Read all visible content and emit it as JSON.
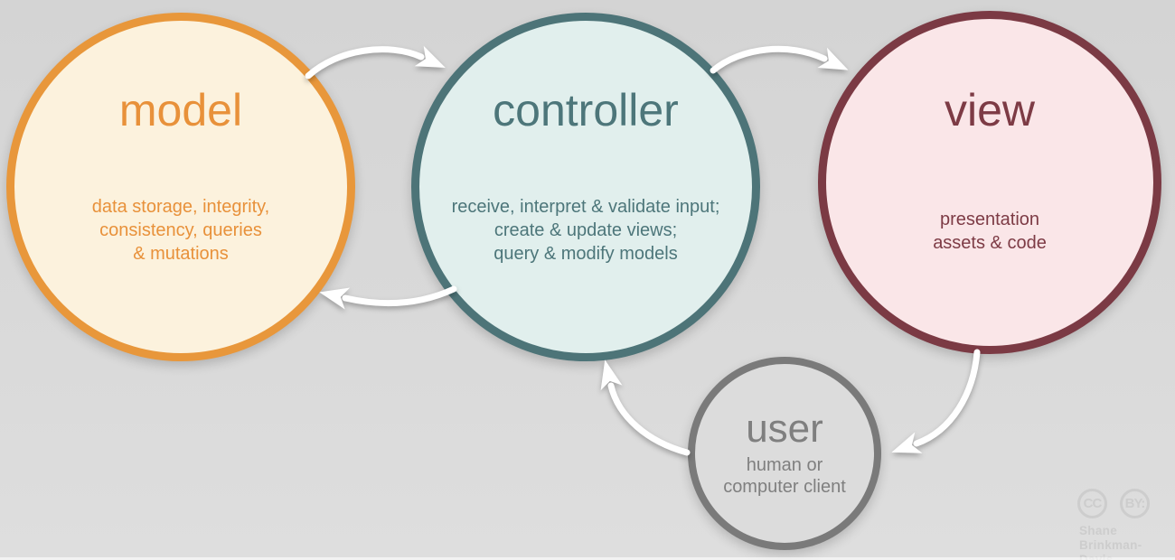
{
  "nodes": {
    "model": {
      "title": "model",
      "description": "data storage, integrity,\nconsistency, queries\n& mutations",
      "border_color": "#e8973b",
      "fill_color": "#fcf2dd",
      "text_color": "#e8913a"
    },
    "controller": {
      "title": "controller",
      "description": "receive, interpret & validate input;\ncreate & update views;\nquery & modify models",
      "border_color": "#4d7478",
      "fill_color": "#e1efed",
      "text_color": "#4d767a"
    },
    "view": {
      "title": "view",
      "description": "presentation\nassets & code",
      "border_color": "#7b3a44",
      "fill_color": "#fae6e8",
      "text_color": "#7d3b45"
    },
    "user": {
      "title": "user",
      "description": "human or\ncomputer client",
      "border_color": "#7a7a7a",
      "fill_color": "#dcdcdc",
      "text_color": "#7f7f7f"
    }
  },
  "arrows": {
    "color": "#ffffff",
    "connections": [
      {
        "from": "model",
        "to": "controller"
      },
      {
        "from": "controller",
        "to": "view"
      },
      {
        "from": "controller",
        "to": "model"
      },
      {
        "from": "view",
        "to": "user"
      },
      {
        "from": "user",
        "to": "controller"
      }
    ]
  },
  "license": {
    "cc_label": "CC",
    "by_label": "BY:",
    "credit": "Shane\nBrinkman-Davis",
    "watermark_color": "#cdcdcd"
  }
}
